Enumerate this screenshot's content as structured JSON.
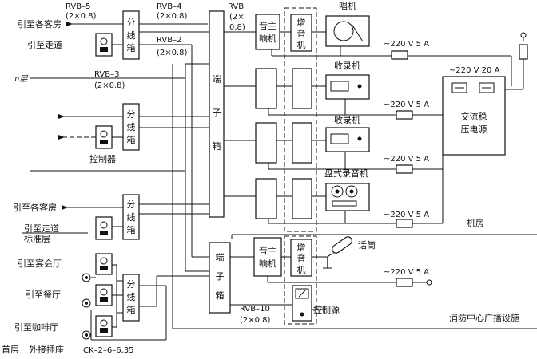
{
  "floors": {
    "n_floor": "n层",
    "standard_floor": "标准层",
    "first_floor": "首层"
  },
  "cables": {
    "rvb5": "RVB–5",
    "rvb5_spec": "(2×0.8)",
    "rvb4": "RVB–4",
    "rvb4_spec": "(2×0.8)",
    "rvb_a": "RVB",
    "rvb_a_spec1": "(2×",
    "rvb_a_spec2": "0.8)",
    "rvb2": "RVB–2",
    "rvb2_spec": "(2×0.8)",
    "rvb3": "RVB–3",
    "rvb3_spec": "(2×0.8)",
    "rvb10": "RVB–10",
    "rvb10_spec": "(2×0.8)"
  },
  "labels": {
    "to_rooms_top": "引至各客房",
    "to_corridor_top": "引至走道",
    "controller": "控制器",
    "to_rooms_std": "引至各客房",
    "to_corridor_std": "引至走道",
    "to_banquet": "引至宴会厅",
    "to_restaurant": "引至餐厅",
    "to_cafe": "引至咖啡厅",
    "ext_socket": "外接插座",
    "ck": "CK–2–6–6.35",
    "distribution_box": [
      "分",
      "线",
      "箱"
    ],
    "terminal_box": [
      "端",
      "子",
      "箱"
    ],
    "main_amp": [
      "音主",
      "响机"
    ],
    "booster_amp": [
      "增",
      "音",
      "机"
    ],
    "phonograph": "唱机",
    "radio1": "收录机",
    "radio2": "收录机",
    "reel_recorder": "盘式录音机",
    "microphone": "话筒",
    "control_source": "控制源",
    "regulator": [
      "交流稳",
      "压电源"
    ],
    "v220_5a": "~220 V 5 A",
    "v220_20a": "~220 V 20 A",
    "machine_room": "机房",
    "fire_center": "消防中心广播设施"
  },
  "icons": [
    "speaker-icon",
    "phonograph-icon",
    "cassette-radio-icon",
    "reel-recorder-icon",
    "microphone-icon",
    "meter-icon",
    "fuse-icon",
    "plug-icon"
  ]
}
